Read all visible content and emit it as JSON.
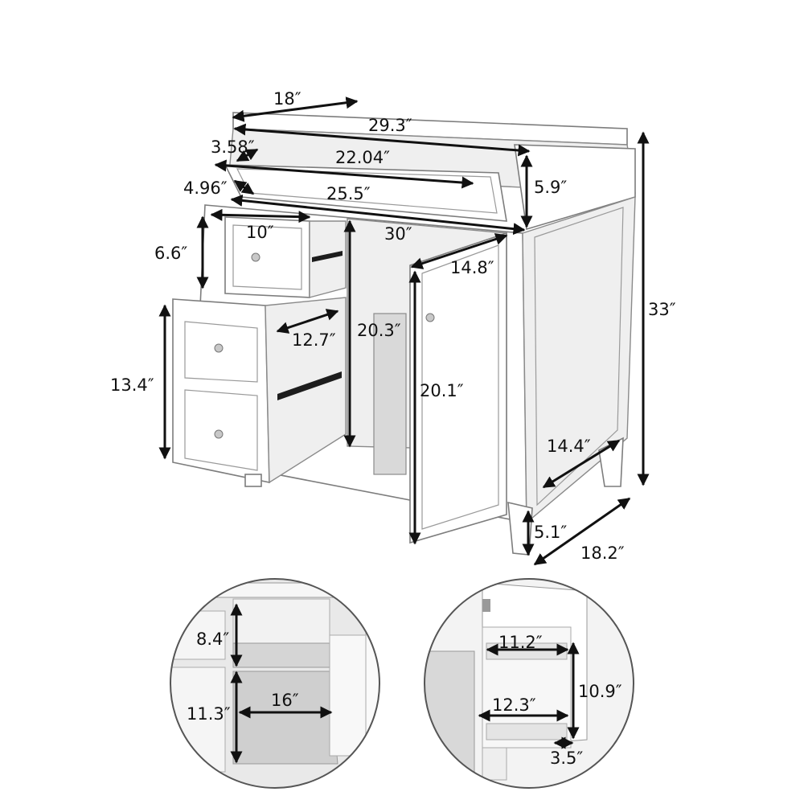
{
  "diagram": {
    "main_dimensions": {
      "top_depth": "18″",
      "top_width": "29.3″",
      "drawer_front_height": "3.58″",
      "drawer_inner_width": "22.04″",
      "drawer_front_side": "4.96″",
      "drawer_front_width": "25.5″",
      "sink_drawer_height": "5.9″",
      "cabinet_width": "30″",
      "small_drawer_width": "10″",
      "small_drawer_height": "6.6″",
      "large_drawer_height": "13.4″",
      "drawer_depth": "12.7″",
      "interior_height": "20.3″",
      "door_width": "14.8″",
      "door_height": "20.1″",
      "total_height": "33″",
      "side_depth": "14.4″",
      "leg_height": "5.1″",
      "total_depth": "18.2″"
    },
    "detail_left": {
      "shelf_gap_height": "8.4″",
      "lower_height": "11.3″",
      "shelf_width": "16″"
    },
    "detail_right": {
      "rack_width": "11.2″",
      "rack_inner_width": "12.3″",
      "rack_height": "10.9″",
      "rack_depth": "3.5″"
    }
  }
}
